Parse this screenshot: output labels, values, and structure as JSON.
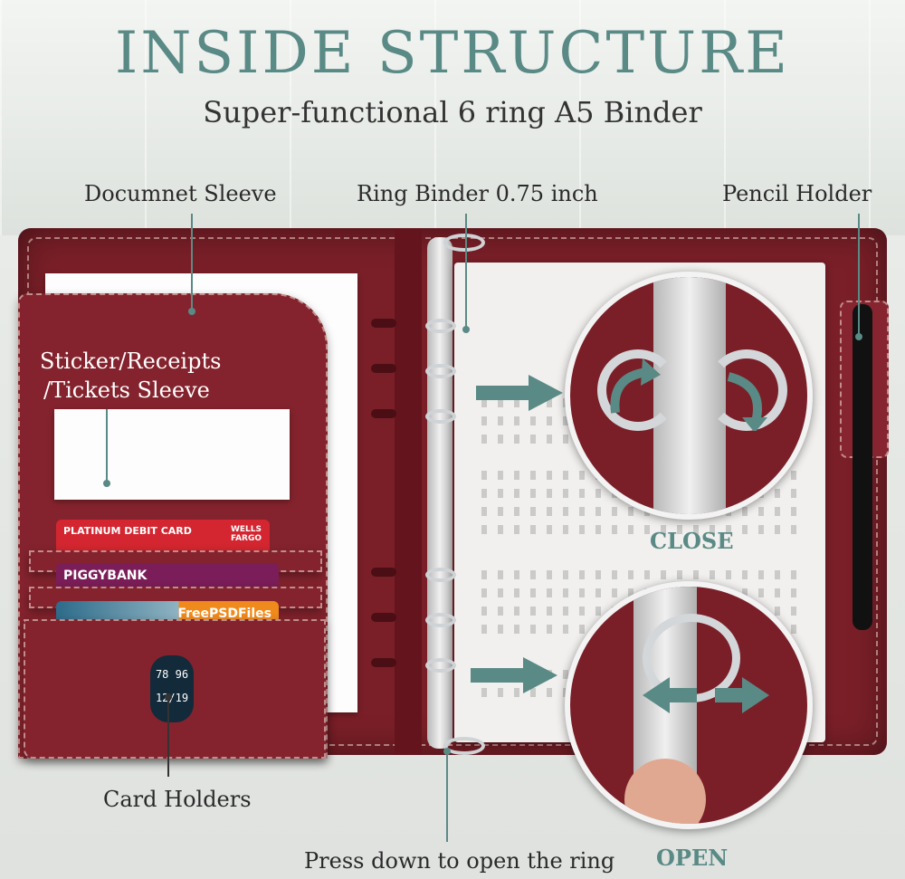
{
  "header": {
    "title": "INSIDE STRUCTURE",
    "subtitle": "Super-functional 6 ring A5 Binder"
  },
  "callouts": {
    "document_sleeve": "Documnet Sleeve",
    "ring_binder": "Ring Binder 0.75 inch",
    "pencil_holder": "Pencil Holder",
    "sticker_sleeve_line1": "Sticker/Receipts",
    "sticker_sleeve_line2": "/Tickets Sleeve",
    "card_holders": "Card Holders",
    "press_down": "Press down to open the ring",
    "close": "CLOSE",
    "open": "OPEN"
  },
  "cards": {
    "card1": "PLATINUM DEBIT CARD",
    "card1_brand": "WELLS FARGO",
    "card2": "PIGGYBANK",
    "card3": "FreePSDFiles",
    "card_number": "78 96",
    "card_expiry": "12/19"
  },
  "colors": {
    "accent": "#5a8a85",
    "leather": "#7a1f28"
  }
}
